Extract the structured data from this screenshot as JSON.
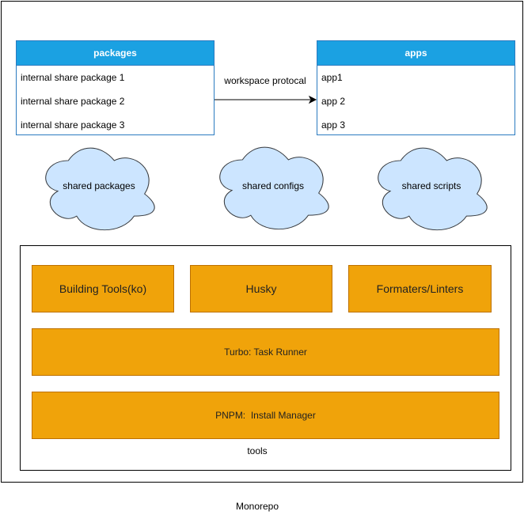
{
  "diagram": {
    "container_label": "Monorepo",
    "packages": {
      "title": "packages",
      "items": [
        "internal share package 1",
        "internal share package 2",
        "internal share package 3"
      ]
    },
    "apps": {
      "title": "apps",
      "items": [
        "app1",
        "app 2",
        "app 3"
      ]
    },
    "edge_label": "workspace protocal",
    "clouds": [
      "shared packages",
      "shared configs",
      "shared scripts"
    ],
    "tools": {
      "label": "tools",
      "row1": [
        "Building Tools(ko)",
        "Husky",
        "Formaters/Linters"
      ],
      "turbo": "Turbo: Task Runner",
      "pnpm": "PNPM:  Install Manager"
    },
    "colors": {
      "header_fill": "#1ba1e2",
      "header_stroke": "#2b7bc0",
      "cloud_fill": "#cce5ff",
      "cloud_stroke": "#36393d",
      "tool_fill": "#f0a30a",
      "tool_stroke": "#bd7000"
    }
  }
}
